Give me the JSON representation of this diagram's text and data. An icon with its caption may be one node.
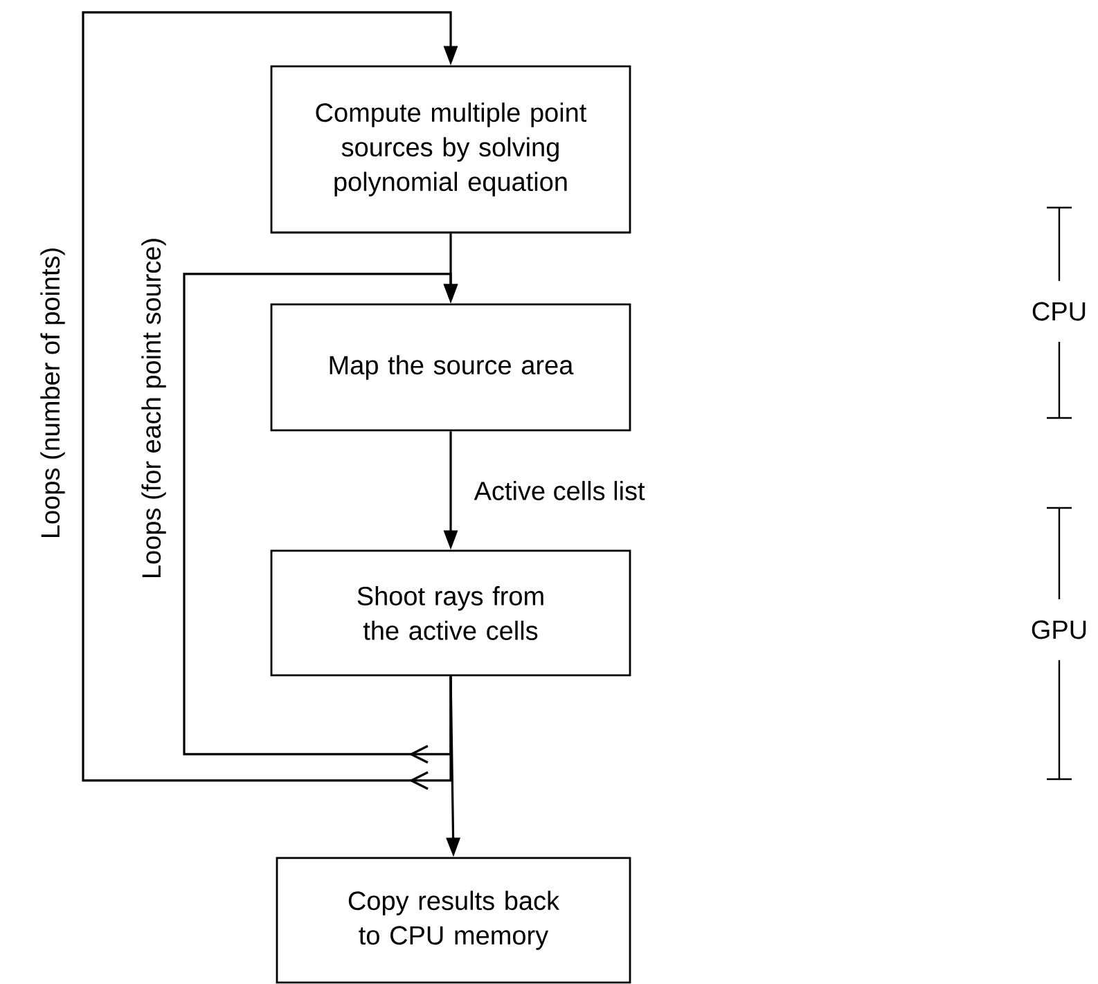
{
  "diagram": {
    "nodes": [
      {
        "text": [
          "Compute multiple point sources by solving polynomial equation"
        ]
      },
      {
        "text": [
          "Map the source area"
        ]
      },
      {
        "text": [
          "Shoot rays from the active cells"
        ]
      },
      {
        "text": [
          "Copy results back to CPU memory"
        ]
      }
    ],
    "edges": [
      {
        "from": 0,
        "to": 1,
        "arrow": "to"
      },
      {
        "from": 1,
        "to": 2,
        "arrow": "to",
        "label": "Active cells list"
      },
      {
        "from": 2,
        "to": 3,
        "arrow": "to"
      },
      {
        "from": 2,
        "to": 1,
        "arrow": "to",
        "label": "Loops (for each point source)"
      },
      {
        "from": 2,
        "to": 0,
        "arrow": "to",
        "label": "Loops (number of points)"
      }
    ],
    "labels": [
      "CPU",
      "GPU"
    ]
  }
}
